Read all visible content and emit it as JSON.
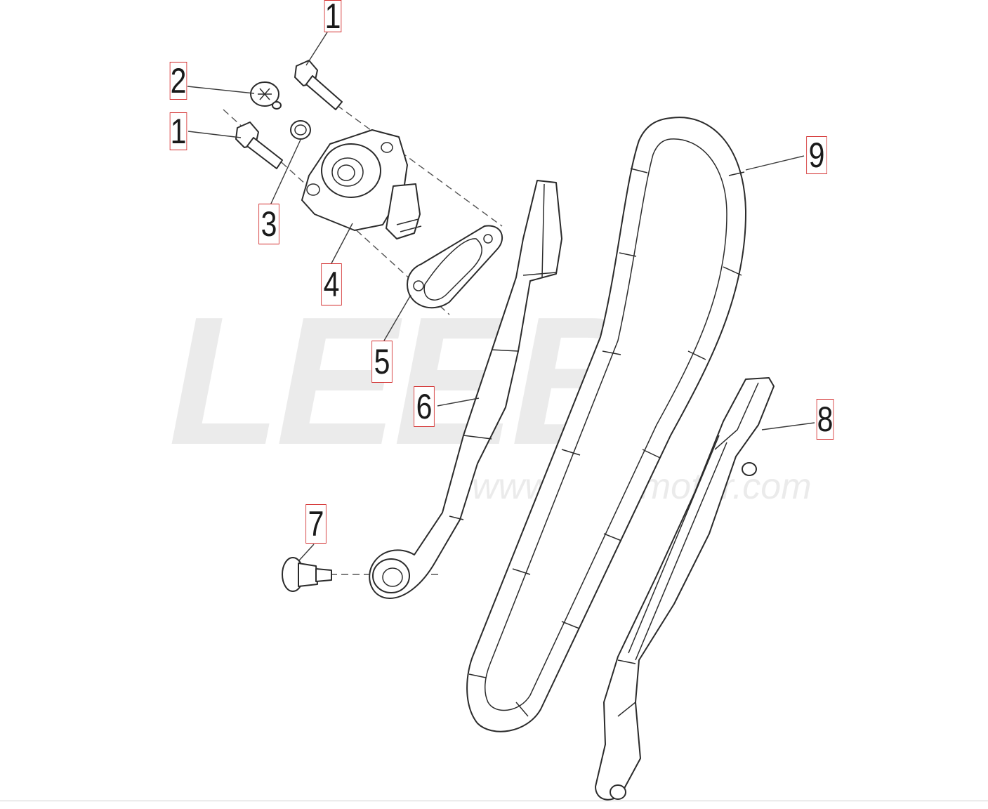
{
  "watermark": {
    "brand": "LEEB",
    "url": "www.leeb-motor.com"
  },
  "callouts": [
    {
      "id": "c1a",
      "label": "1"
    },
    {
      "id": "c2",
      "label": "2"
    },
    {
      "id": "c1b",
      "label": "1"
    },
    {
      "id": "c3",
      "label": "3"
    },
    {
      "id": "c4",
      "label": "4"
    },
    {
      "id": "c5",
      "label": "5"
    },
    {
      "id": "c6",
      "label": "6"
    },
    {
      "id": "c7",
      "label": "7"
    },
    {
      "id": "c8",
      "label": "8"
    },
    {
      "id": "c9",
      "label": "9"
    }
  ],
  "colors": {
    "callout_border": "#d22a2a",
    "line": "#2b2b2b",
    "watermark": "#ebebeb"
  }
}
